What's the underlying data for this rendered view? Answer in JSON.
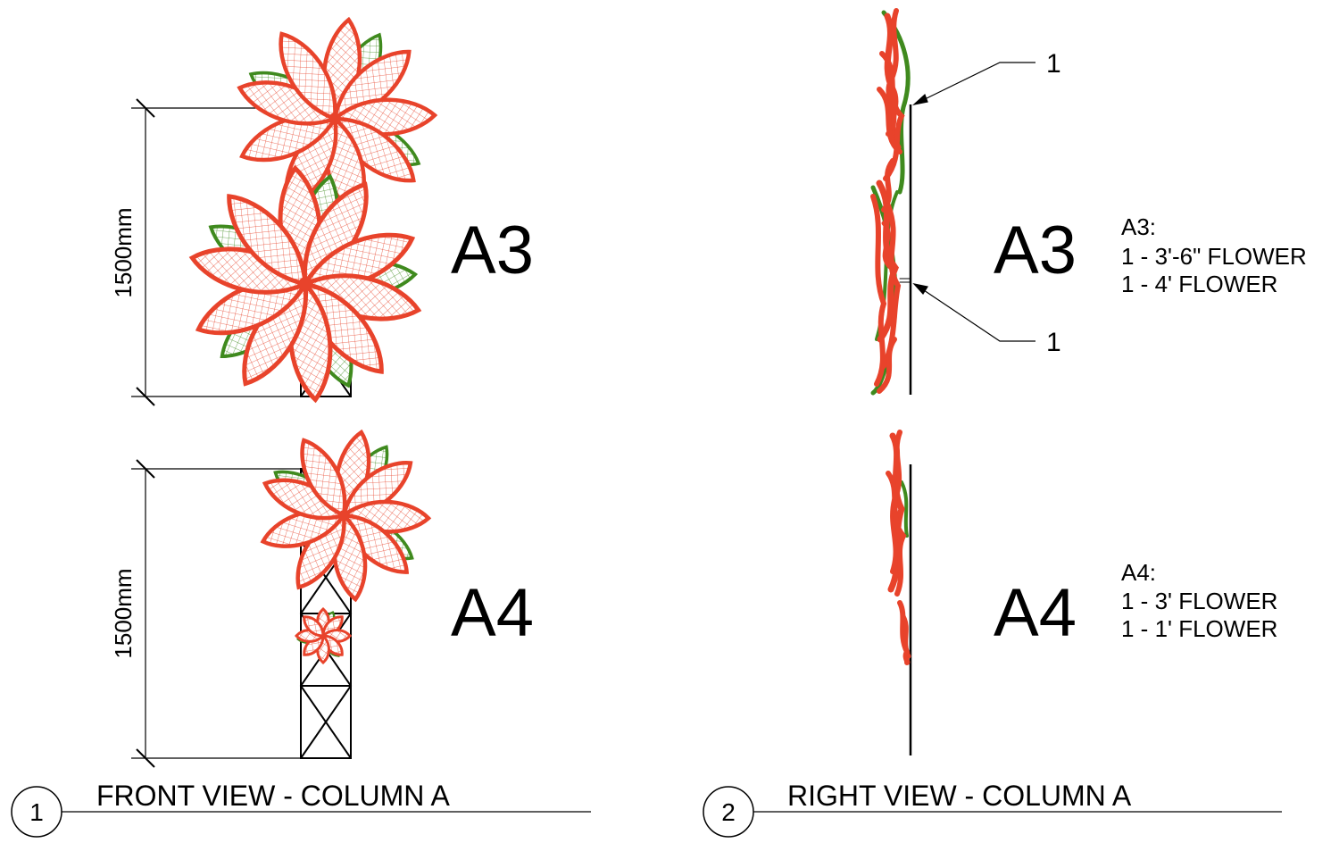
{
  "colors": {
    "petal_red": "#e8432b",
    "petal_green": "#3f8a1e",
    "line": "#000000"
  },
  "front_view": {
    "number": "1",
    "title": "FRONT VIEW - COLUMN A",
    "dimension_upper": "1500mm",
    "dimension_lower": "1500mm",
    "label_upper": "A3",
    "label_lower": "A4"
  },
  "right_view": {
    "number": "2",
    "title": "RIGHT VIEW - COLUMN A",
    "label_upper": "A3",
    "label_lower": "A4",
    "callout_top": "1",
    "callout_bottom": "1",
    "notes_a3": {
      "heading": "A3:",
      "line1": "1 - 3'-6\" FLOWER",
      "line2": "1 - 4' FLOWER"
    },
    "notes_a4": {
      "heading": "A4:",
      "line1": "1 - 3' FLOWER",
      "line2": "1 - 1' FLOWER"
    }
  }
}
